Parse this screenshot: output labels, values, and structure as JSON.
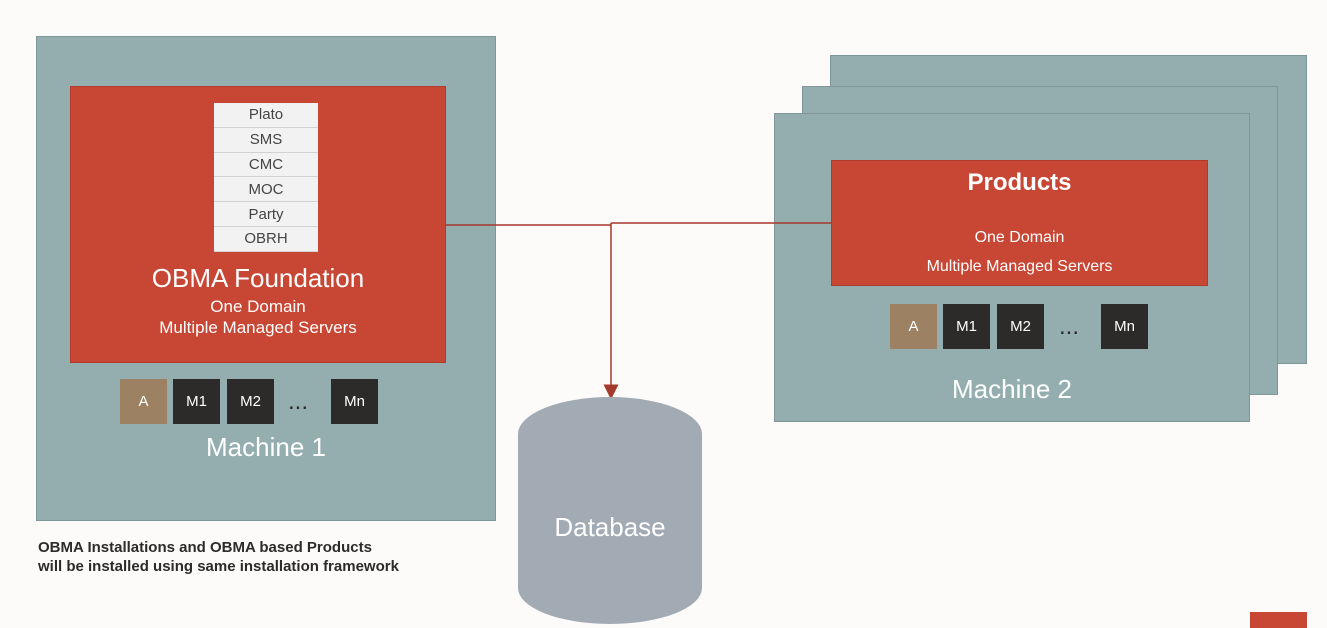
{
  "foundation": {
    "modules": [
      "Plato",
      "SMS",
      "CMC",
      "MOC",
      "Party",
      "OBRH"
    ],
    "title": "OBMA Foundation",
    "domain": "One Domain",
    "servers_text": "Multiple Managed Servers"
  },
  "machine1": {
    "label": "Machine 1",
    "servers": [
      "A",
      "M1",
      "M2",
      "Mn"
    ],
    "ellipsis": "..."
  },
  "products": {
    "title": "Products",
    "domain": "One Domain",
    "servers_text": "Multiple Managed Servers"
  },
  "machine2": {
    "label": "Machine 2",
    "servers": [
      "A",
      "M1",
      "M2",
      "Mn"
    ],
    "ellipsis": "..."
  },
  "database": {
    "label": "Database"
  },
  "footnote": {
    "line1": "OBMA Installations and OBMA based Products",
    "line2": "will be installed using same installation framework"
  },
  "colors": {
    "machine": "#94aeaf",
    "red": "#c84634",
    "server_dark": "#2d2b29",
    "server_admin": "#9c8263",
    "database": "#a2aab4",
    "connector": "#a5392b"
  }
}
